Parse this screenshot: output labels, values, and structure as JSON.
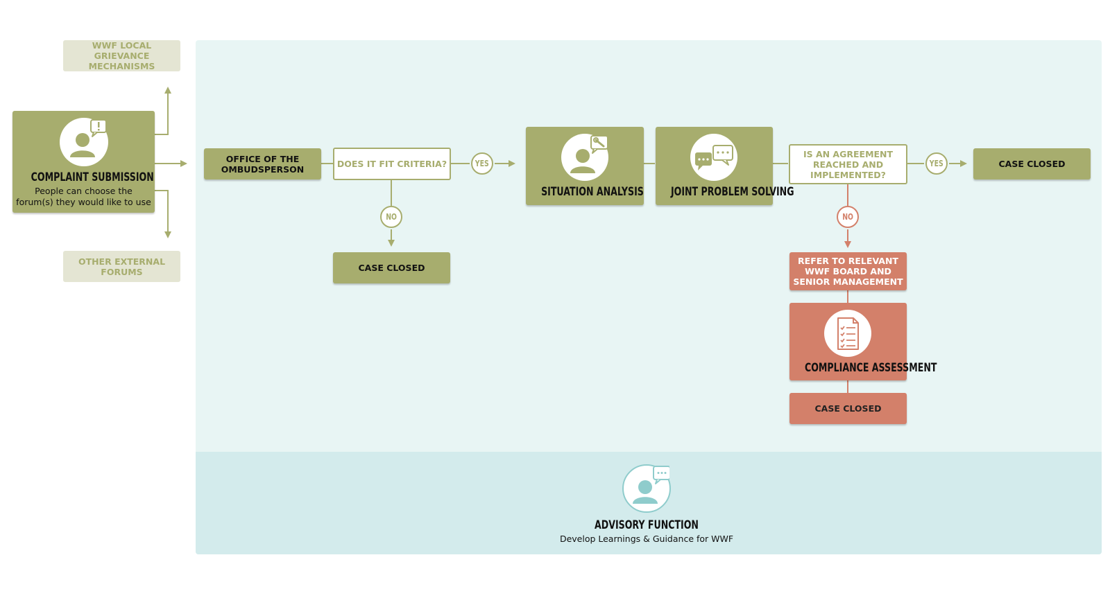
{
  "local_mechanisms": "WWF LOCAL GRIEVANCE MECHANISMS",
  "other_forums": "OTHER EXTERNAL FORUMS",
  "complaint": {
    "title": "COMPLAINT SUBMISSION",
    "subtitle": "People can choose the forum(s) they would like to use"
  },
  "ombudsperson": "OFFICE OF THE OMBUDSPERSON",
  "criteria_question": "DOES IT FIT CRITERIA?",
  "yes_label": "YES",
  "no_label": "NO",
  "case_closed": "CASE CLOSED",
  "situation_analysis": "SITUATION ANALYSIS",
  "joint_problem_solving": "JOINT PROBLEM SOLVING",
  "agreement_question": "IS AN AGREEMENT REACHED AND IMPLEMENTED?",
  "refer_board": "REFER TO RELEVANT WWF BOARD AND SENIOR MANAGEMENT",
  "compliance_assessment": "COMPLIANCE ASSESSMENT",
  "advisory": {
    "title": "ADVISORY FUNCTION",
    "subtitle": "Develop Learnings & Guidance for WWF"
  },
  "colors": {
    "olive": "#a7ad6e",
    "salmon": "#d3806a",
    "panel": "#e8f5f4",
    "advisory_panel": "#d3ebec",
    "advisory_icon": "#8fcccc"
  },
  "icons": [
    "person-alert-icon",
    "person-wrench-icon",
    "chat-bubbles-icon",
    "checklist-icon",
    "person-chat-icon"
  ]
}
